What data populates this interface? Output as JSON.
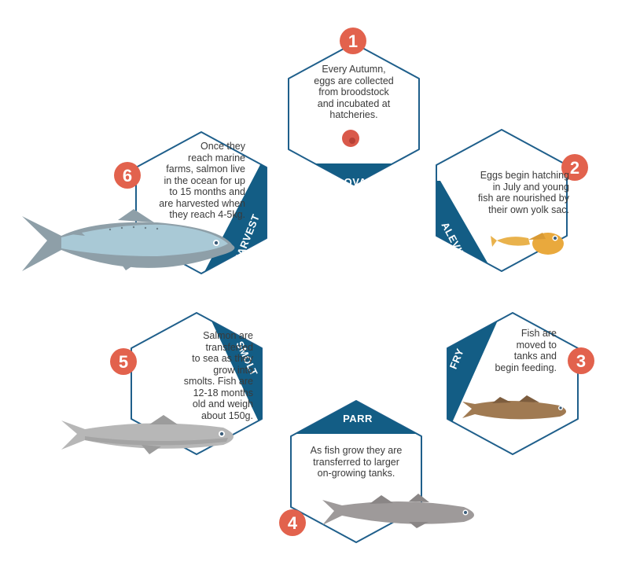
{
  "colors": {
    "navy": "#135d85",
    "hex_border": "#1f5f8b",
    "number_badge": "#e2624d",
    "text": "#3a3a3a"
  },
  "stages": [
    {
      "number": "1",
      "label": "OVA",
      "description": "Every Autumn,\neggs are collected\nfrom broodstock\nand incubated at\nhatcheries.",
      "icon": "egg-icon"
    },
    {
      "number": "2",
      "label": "ALEVIN",
      "description": "Eggs begin hatching\nin July and young\nfish are nourished by\ntheir own yolk sac.",
      "icon": "alevin-fish-icon"
    },
    {
      "number": "3",
      "label": "FRY",
      "description": "Fish are\nmoved to\ntanks and\nbegin feeding.",
      "icon": "fry-fish-icon"
    },
    {
      "number": "4",
      "label": "PARR",
      "description": "As fish grow they are\ntransferred to larger\non-growing tanks.",
      "icon": "parr-fish-icon"
    },
    {
      "number": "5",
      "label": "SMOLT",
      "description": "Salmon are\ntransferred\nto sea as they\ngrow into\nsmolts. Fish are\n12-18 months\nold and weigh\nabout 150g.",
      "icon": "smolt-fish-icon"
    },
    {
      "number": "6",
      "label": "HARVEST",
      "description": "Once they\nreach marine\nfarms, salmon live\nin the ocean for up\nto 15 months and\nare harvested when\nthey reach 4-5kg.",
      "icon": "salmon-fish-icon"
    }
  ]
}
